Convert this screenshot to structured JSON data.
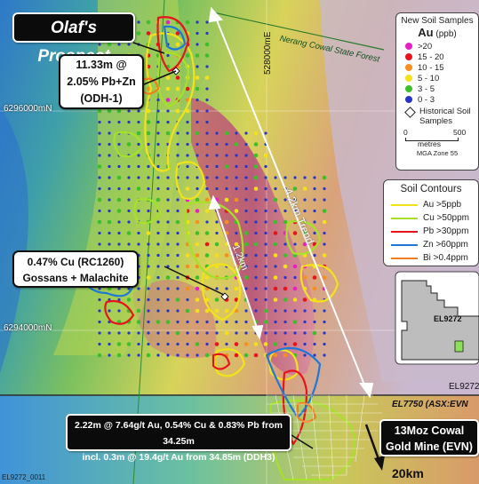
{
  "title": "Olaf's Prospect",
  "callouts": {
    "odh1": {
      "line1": "11.33m @",
      "line2": "2.05% Pb+Zn",
      "line3": "(ODH-1)"
    },
    "rc1260": {
      "line1": "0.47% Cu (RC1260)",
      "line2": "Gossans + Malachite"
    },
    "ddh3": {
      "line1": "2.22m @ 7.64g/t Au, 0.54% Cu & 0.83% Pb from 34.25m",
      "line2": "incl. 0.3m @ 19.4g/t Au from 34.85m (DDH3)"
    },
    "cowal": {
      "line1": "13Moz Cowal",
      "line2": "Gold Mine (EVN)"
    }
  },
  "grid_labels": {
    "easting": "528000mE",
    "northing_top": "6296000mN",
    "northing_bottom": "6294000mN"
  },
  "map_labels": {
    "forest": "Nerang Cowal State Forest",
    "trend_long": "4.2km Trend",
    "trend_short": "1.2km",
    "el9272_right": "EL9272",
    "el7750": "EL7750 (ASX:EVN",
    "el9272_corner": "EL9272_0011",
    "distance": "20km"
  },
  "legend_soil": {
    "title": "New Soil Samples",
    "element": "Au",
    "unit": "(ppb)",
    "items": [
      {
        "label": ">20",
        "color": "#e81fc7"
      },
      {
        "label": "15 - 20",
        "color": "#e8141c"
      },
      {
        "label": "10 - 15",
        "color": "#f5901e"
      },
      {
        "label": "5 - 10",
        "color": "#f4e01a"
      },
      {
        "label": "3 - 5",
        "color": "#3cbf2a"
      },
      {
        "label": "0 - 3",
        "color": "#2536c8"
      }
    ],
    "historical": "Historical Soil Samples",
    "scale_start": "0",
    "scale_end": "500",
    "scale_unit": "metres",
    "zone": "MGA Zone 55"
  },
  "legend_contours": {
    "title": "Soil Contours",
    "items": [
      {
        "label": "Au >5ppb",
        "color": "#f2e21a"
      },
      {
        "label": "Cu >50ppm",
        "color": "#a6e02a"
      },
      {
        "label": "Pb >30ppm",
        "color": "#e8141c"
      },
      {
        "label": "Zn >60ppm",
        "color": "#1f78d8"
      },
      {
        "label": "Bi >0.4ppm",
        "color": "#f07e1e"
      }
    ]
  },
  "inset": {
    "label": "EL9272"
  }
}
